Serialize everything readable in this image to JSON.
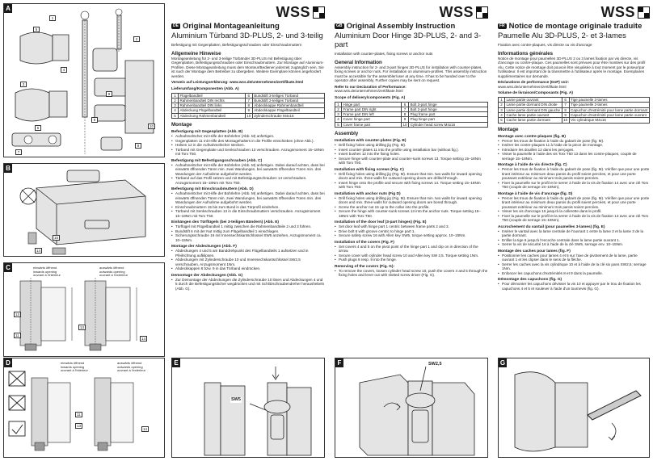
{
  "brand": {
    "name": "WSS"
  },
  "figures": {
    "A": {
      "letter": "A",
      "callouts": [
        "1",
        "5",
        "2",
        "4",
        "3",
        "9",
        "5",
        "7",
        "6",
        "10",
        "8"
      ]
    },
    "B": {
      "letter": "B",
      "callouts": [
        "15",
        "14"
      ]
    },
    "C": {
      "letter": "C",
      "callouts": [
        "13",
        "11",
        "13",
        "14"
      ],
      "notes": [
        "einwärts öffnend\ninwards opening\nouvrant à l'intérieur",
        "auswärts öffnend\noutwards opening\nouvrant à l'extérieur"
      ]
    },
    "D": {
      "letter": "D",
      "callouts": [
        "11",
        "13",
        "14"
      ],
      "notes": [
        "einwärts öffnend\ninwards opening\nouvrant à l'intérieur",
        "auswärts öffnend\noutwards opening\nouvrant à l'extérieur"
      ]
    },
    "E": {
      "letter": "E",
      "labels": [
        "SW5"
      ]
    },
    "F": {
      "letter": "F",
      "labels": [
        "SW2,5"
      ]
    },
    "G": {
      "letter": "G"
    }
  },
  "de": {
    "lang": "DE",
    "title": "Original Montageanleitung",
    "subtitle": "Aluminium Türband 3D-PLUS, 2- und 3-teilig",
    "intro": "Befestigung mit Gegenplatten, Befestigungsschrauben oder Einschraubmuttern",
    "general_head": "Allgemeine Hinweise",
    "general_text": "Montageanleitung für 2- und 3-teilige Türbänder 3D-PLUS mit Befestigung über Gegenplatten, Befestigungsschrauben oder Einschraubmuttern. Zur Montage auf Aluminium-Profilen. Diese Montageanleitung muss dem Monteur/Bediener jederzeit zugänglich sein. Sie ist nach der Montage dem Betreiber zu übergeben. Weitere Exemplare können angefordert werden.",
    "cert": "Verweis auf Leistungserklärung: www.wss.de/unternehmen/zertifikate.html",
    "scope_head": "Lieferumfang/Komponenten (Abb. A)",
    "components": [
      [
        "1",
        "Flügelbandteil",
        "6",
        "Bundstift 3-teiliges Türband"
      ],
      [
        "2",
        "Rahmenbandteil DIN rechts",
        "7",
        "Bundstift 2-teiliges Türband"
      ],
      [
        "3",
        "Rahmenbandteil DIN links",
        "8",
        "Abdeckkappe Rahmenbandteil"
      ],
      [
        "4",
        "Abdeckung Flügelbandteil",
        "9",
        "Abdeckkappe Flügelbandteil"
      ],
      [
        "5",
        "Abdeckung Rahmenbandteil",
        "10",
        "Zylinderschraube M4x16"
      ]
    ],
    "assembly_head": "Montage",
    "s1_head": "Befestigung mit Gegenplatten (Abb. B)",
    "s1": [
      "Aufnahmelöcher mit Hilfe der Bohrlehre (Abb. M) anfertigen.",
      "Gegenplatten 11 mit Hilfe des Montagehalters in die Profile einschieben (ohne Abb.).",
      "Hülsen 12 in die Aufnahmelöcher stecken.",
      "Türband mit Gegenplatte und Senkschrauben 13 verschrauben. Anzugsmoment 15–18Nm mit Torx T50."
    ],
    "s2_head": "Befestigung mit Befestigungsschrauben (Abb. C)",
    "s2": [
      "Aufnahmelöcher mit Hilfe der Bohrlehre (Abb. M) anfertigen. Dabei darauf achten, dass bei einwärts öffnenden Türen min. zwei Wandungen, bei auswärts öffnenden Türen min. drei Wandungen der Aufnahme aufgebohrt werden.",
      "Türband auf das Profil setzen und mit Befestigungsschrauben 14 verschrauben. Anzugsmoment 15–18Nm mit Torx T50."
    ],
    "s3_head": "Befestigung mit Einschraubmuttern (Abb. D)",
    "s3": [
      "Aufnahmelöcher mit Hilfe der Bohrlehre (Abb. M) anfertigen. Dabei darauf achten, dass bei einwärts öffnenden Türen min. zwei Wandungen, bei auswärts öffnenden Türen min. drei Wandungen der Aufnahme aufgebohrt werden.",
      "Einschraubmuttern 15 bis zum Bund in das Türprofil eindrehen.",
      "Türband mit Senkschrauben 13 in die Einschraubmuttern verschrauben. Anzugsmoment 15–18Nm mit Torx T50."
    ],
    "s4_head": "Einhängen des Türflügels (bei 3-teiligen Bändern) (Abb. E)",
    "s4": [
      "Türflügel mit Flügelbandteil 1 mittig zwischen die Rahmenbandteile 2 und 3 führen.",
      "Bundstift 6 mit der Nut mittig zum Flügelbandteil 1 einschlagen.",
      "Sicherungsschraube 16 mit Innensechskantschlüssel SW5 anziehen, Anzugsmoment ca. 10–15Nm."
    ],
    "s5_head": "Montage der Abdeckungen (Abb. F)",
    "s5": [
      "Abdeckungen 4 und 5 am Banddrehpunkt des Flügelbandteils 1 aufsetzen und in Pfeilrichtung aufklipsen.",
      "Abdeckungen mit Zylinderschraube 10 und Innensechskantschlüssel SW2,5 verschrauben, Anzugsmoment 1Nm.",
      "Abdeckkappen 8 bzw. 9 in das Türband eindrücken."
    ],
    "s6_head": "Demontage der Abdeckungen (Abb. G)",
    "s6": [
      "Zur Demontage der Abdeckungen die Zylinderschraube 10 lösen und Abdeckungen 4 und 5 durch die Befestigungslöcher wegdrücken und mit Schlitzschraubendreher heraushebeln (Abb. G)."
    ]
  },
  "en": {
    "lang": "GB",
    "title": "Original Assembly Instruction",
    "subtitle": "Aluminium Door Hinge 3D-PLUS, 2- and 3-part",
    "intro": "Installation with counter-plates, fixing screws or anchor nuts",
    "general_head": "General Information",
    "general_text": "Assembly instruction for 2- and 3-part hinges 3D-PLUS for installation with counter-plates, fixing screws or anchor nuts. For installation on aluminium-profiles. This assembly instruction must be accessible for the assembler/user at any time. It has to be handed over to the operator after assembly. Further copies may be sent on request.",
    "cert_head": "Refer to our Declaration of Performance:",
    "cert": "www.wss.de/unternehmen/zertifikate.html",
    "scope_head": "Scope of delivery/components (Fig. A)",
    "components": [
      [
        "1",
        "Hinge part",
        "6",
        "Bolt 3-part hinge"
      ],
      [
        "2",
        "Frame part DIN right",
        "7",
        "Bolt 2-part hinge"
      ],
      [
        "3",
        "Frame part DIN left",
        "8",
        "Plug frame part"
      ],
      [
        "4",
        "Cover hinge part",
        "9",
        "Plug hinge part"
      ],
      [
        "5",
        "Cover frame part",
        "10",
        "Cylinder head screw M4x16"
      ]
    ],
    "assembly_head": "Assembly",
    "s1_head": "Installation with counter-plates (Fig. B)",
    "s1": [
      "Drill fixing holes using drilling jig (Fig. M).",
      "Insert counter-plates 11 into the profile using installation bar (without fig.).",
      "Insert bushes 12 into the fixing holes.",
      "Secure hinge with counter-plate and counter-sunk screws 13. Torque setting 15–18Nm with Torx T50."
    ],
    "s2_head": "Installation with fixing screws (Fig. C)",
    "s2": [
      "Drill fixing holes using drilling jig (Fig. M). Ensure that min. two walls for inward opening doors and min. three walls for outward opening doors are drilled through.",
      "Insert hinge onto the profile and secure with fixing screws 14. Torque setting 15–18Nm with Torx T50."
    ],
    "s3_head": "Installation with anchor nuts (Fig D)",
    "s3": [
      "Drill fixing holes using drilling jig (Fig. M). Ensure that min. two walls for inward opening doors and min. three walls for outward opening doors are bored through.",
      "Screw the anchor nut 15 up to the collar into the profile.",
      "Secure the hinge with counter-sunk screws 13 into the anchor nuts. Torque setting 15–18Nm with Torx T50."
    ],
    "s4_head": "Installation of the door leaf (3-part hinges) (Fig. E)",
    "s4": [
      "Set door leaf with hinge part 1 centric between frame parts 2 and 3.",
      "Drive bolt 6 with groove centric to hinge part 1.",
      "Secure safety screw 16 with Allen key SW5, torque setting approx. 10–15Nm."
    ],
    "s5_head": "Installation of the covers (Fig. F)",
    "s5": [
      "Set covers 4 and 5 on the pivot point of the hinge part 1 and clip on in direction of the arrow.",
      "Secure cover with cylinder head screw 10 and Allen key SW 2,5. Torque setting 1Nm.",
      "Push plugs 8 resp. 9 into the hinge."
    ],
    "s6_head": "Removing of the covers (Fig. G):",
    "s6": [
      "To remove the covers, loosen cylinder head screw 10, push the covers 4 and 5 through the fixing holes and lever out with slotted screw driver (Fig. G)."
    ]
  },
  "fr": {
    "lang": "FR",
    "title": "Notice de montage originale traduite",
    "subtitle": "Paumelle Alu 3D-PLUS, 2- et 3-lames",
    "intro": "Fixation avec contre-plaques, vis directe ou vis d'ancrage",
    "general_head": "Informations générales",
    "general_text": "Notice de montage pour paumelles 3D-PLUS 2 ou 3 lames fixation par vis directe, vis d'ancrage ou contre-plaque. Ces paumelles sont prévues pour être montées sur des profil Alu. Cette notice de montage doit pouvoir être visualisée à tout moment par le poseur/par l'utilisateur. Il est important de la transmettre à l'utilisateur après le montage. Exemplaires supplémentaires sur demande.",
    "cert_head": "Déclarations de performance (DoP) voir:",
    "cert": "www.wss.de/unternehmen/zertifikate.html",
    "scope_head": "Volume de livraison/Composants (Fig. A)",
    "components": [
      [
        "1",
        "Lame partie ouvrant",
        "6",
        "Tige paumelle 3-lames"
      ],
      [
        "2",
        "Lame partie dormant DIN droite",
        "7",
        "Tige paumelle 2-lames"
      ],
      [
        "3",
        "Lame partie dormant DIN gauche",
        "8",
        "Capuchon d'extrémité pour lame partie dormant"
      ],
      [
        "4",
        "Cache lame partie ouvrant",
        "9",
        "Capuchon d'extrémité pour lame partie ouvrant"
      ],
      [
        "5",
        "Cache lame partie dormant",
        "10",
        "Vis cylindrique M4x16"
      ]
    ],
    "assembly_head": "Montage",
    "s1_head": "Montage avec contre-plaques (fig. B)",
    "s1": [
      "Percer les trous de fixation à l'aide du gabarit de pose (fig. M).",
      "Insérer les contre-plaques 11 à l'aide de la pince de montage.",
      "Introduire les douilles 12 dans les perçages.",
      "Visser la paumelle à l'aide des vis Torx T50 13 dans les contre-plaques, couple de serrage 15–18Nm."
    ],
    "s2_head": "Montage à l'aide de vis directe (fig. C)",
    "s2": [
      "Percer les trous de fixation à l'aide du gabarit de pose (fig. M). Vérifier que pour une porte tirant intérieur au minimum deux parois du profil soient percées, et pour une porte poussant extérieur au minimum trois parois soient percées.",
      "Fixer la paumelle sur le profil et le serrer à l'aide de la vis de fixation 14 avec une clé Torx T50 (couple de serrage 15–18Nm)."
    ],
    "s3_head": "Montage à l'aide de vis d'ancrage (fig. D)",
    "s3": [
      "Percer les trous de fixation à l'aide du gabarit de pose (fig. M). Vérifier que pour une porte tirant intérieur au minimum deux parois du profil soient percées, et pour une porte poussant extérieur au minimum trois parois soient percées.",
      "Visser les vis d'ancrage 15 jusqu'à la collerette dans le profil.",
      "Fixer la paumelle sur le profil et la serrer à l'aide de la vis de fixation 13 avec une clé Torx T50 (couple de serrage 15–18Nm)."
    ],
    "s4_head": "Accrochement du vantail (pour paumelles 3-lames) (fig. E)",
    "s4": [
      "Insérer le vantail avec la lame centrale de l'ouvrant 1 entre la lame 2 et la lame 3 de la partie dormant.",
      "Enfiler la tige 6 jusqu'à l'encoche centrale dans la lame partie ouvrant 1.",
      "Serrer la vis de sécurité 16 à l'aide de la clé SW5, serrage env. 10–15Nm."
    ],
    "s5_head": "Montage des caches pour lames (fig. F)",
    "s5": [
      "Positionner les caches pour lames 4 et 5 sur l'axe de pivotement de la lame, partie ouvrant 1 et les clipser dans le sens de la flèche.",
      "Serrer les caches avec la vis cylindrique 10 et à l'aide de la clé six pans SW2,5; serrage 1Nm.",
      "Enfoncer les capuchons d'extrémités 8 et 9 dans la paumelle."
    ],
    "s6_head": "Démontage des capuchons (fig. G)",
    "s6": [
      "Pour démonter les capuchons dévisser la vis 10 et appuyer par le trou de fixation les capuchons 4 et 5 et soulever à l'aide d'un tournevis (fig. G)."
    ]
  }
}
